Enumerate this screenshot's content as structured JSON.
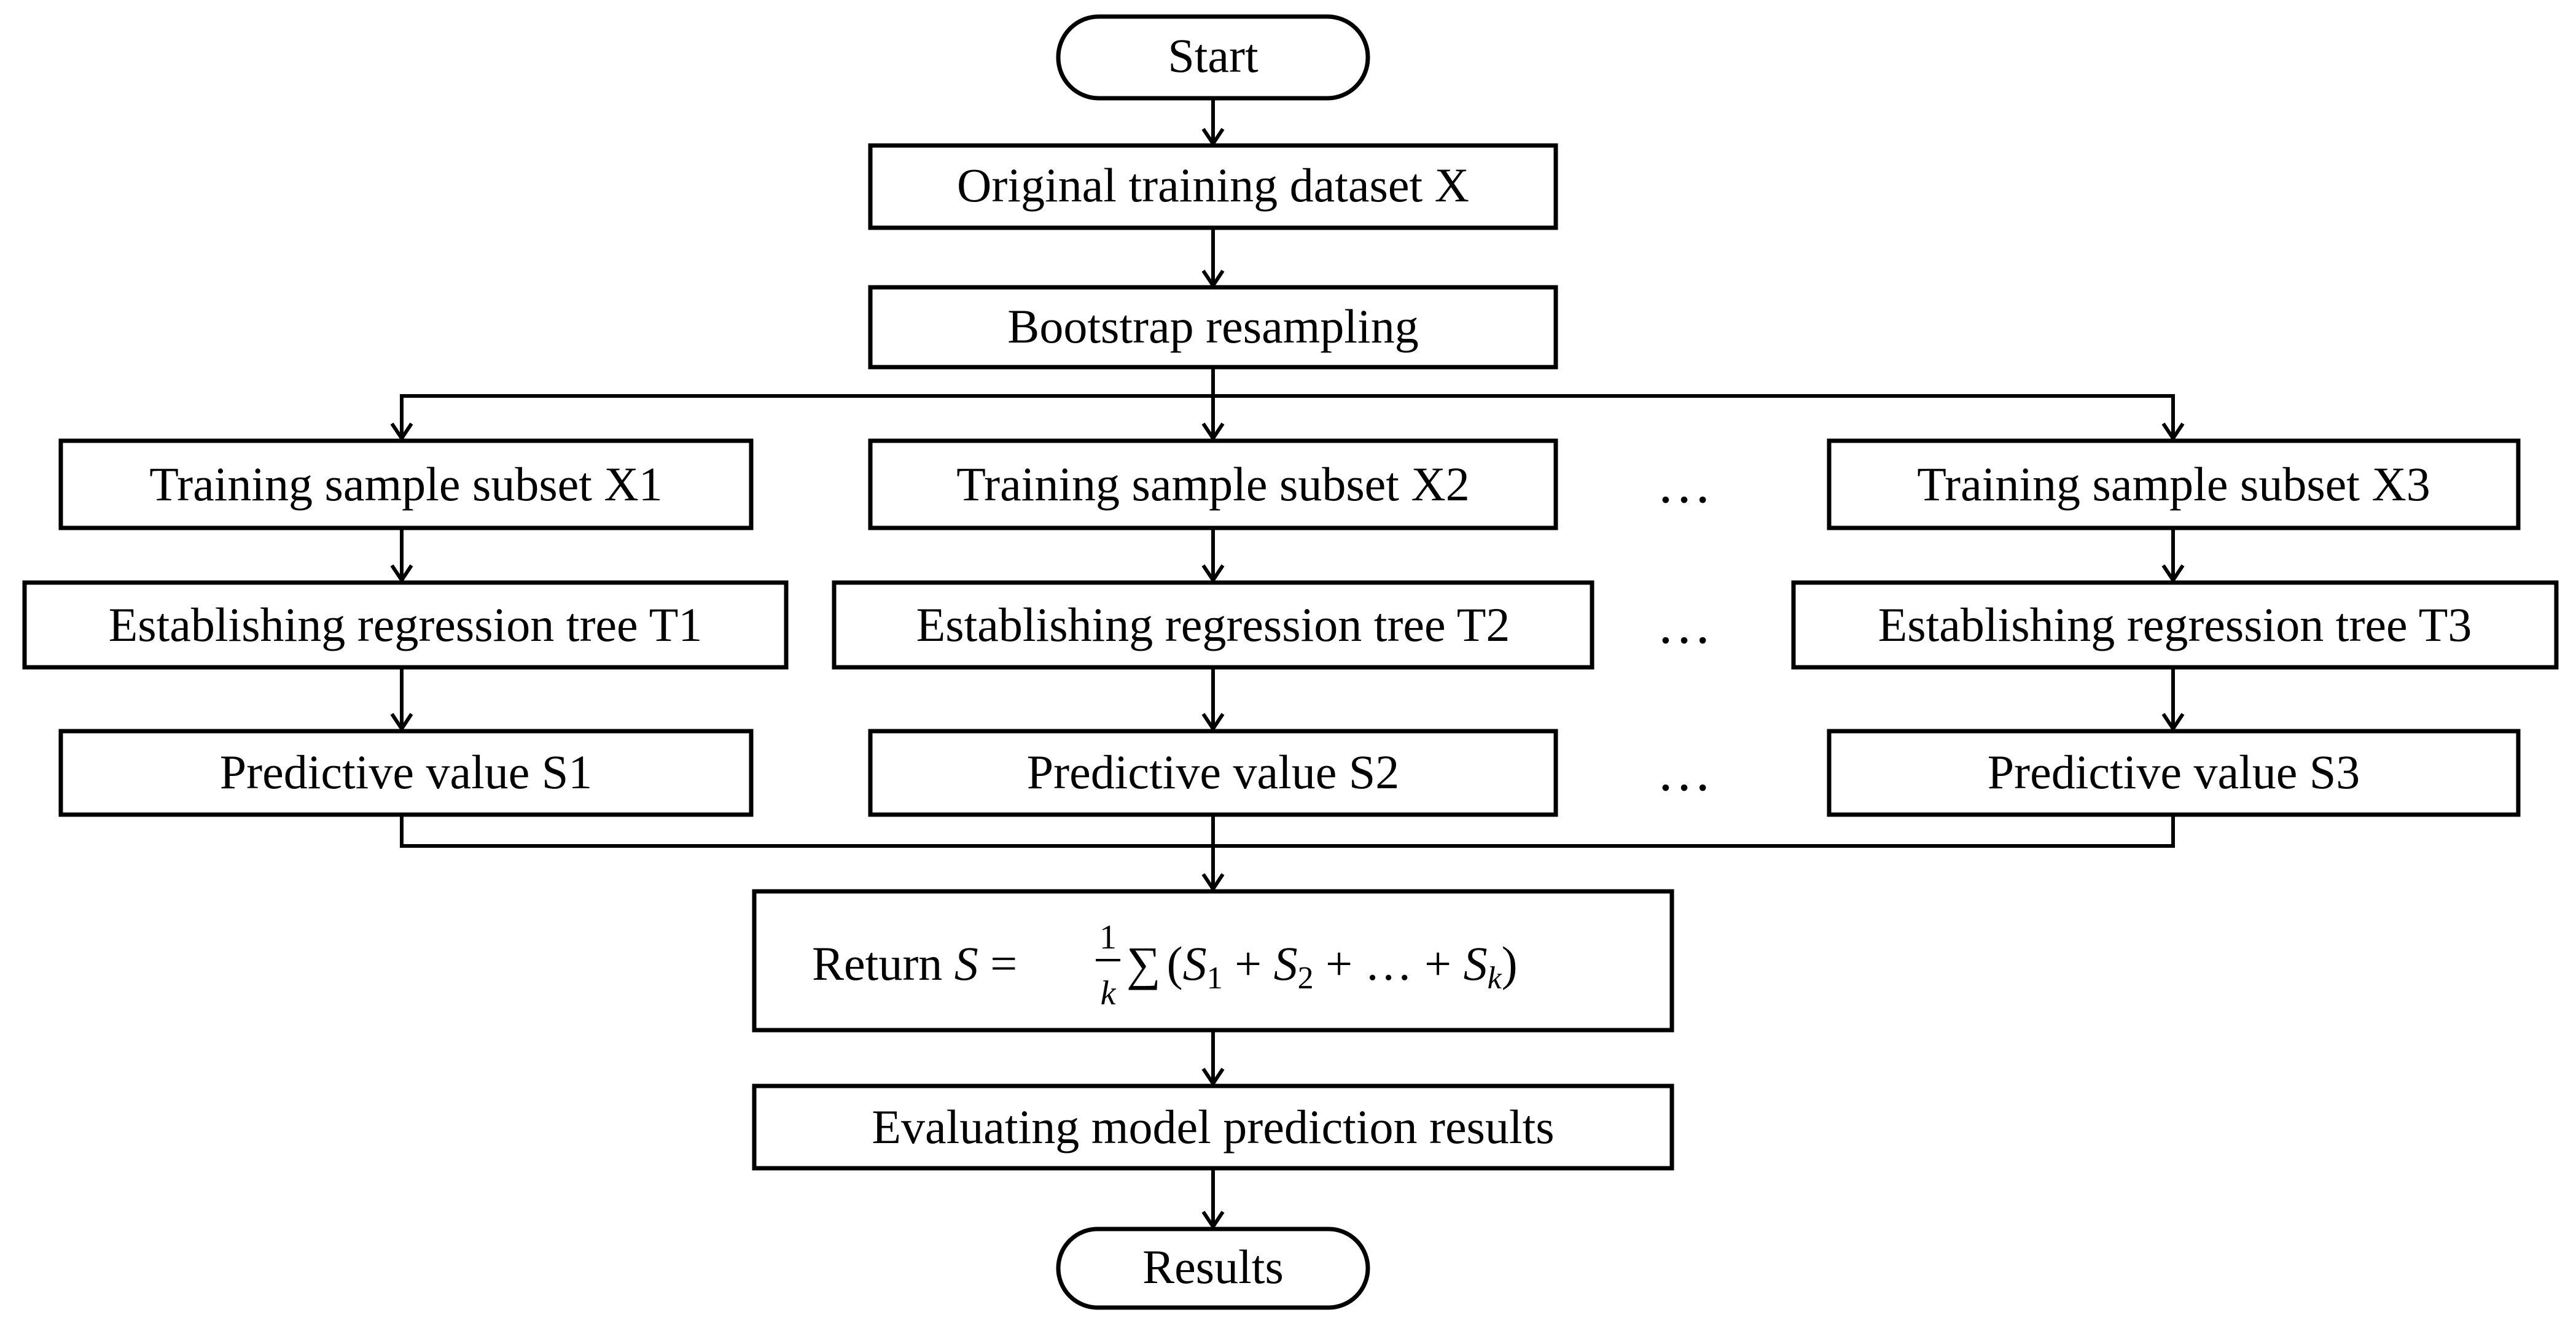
{
  "start": "Start",
  "end": "Results",
  "original": "Original training dataset X",
  "bootstrap": "Bootstrap resampling",
  "subsets": [
    "Training sample subset X1",
    "Training sample subset X2",
    "Training sample subset X3"
  ],
  "trees": [
    "Establishing regression tree T1",
    "Establishing regression tree T2",
    "Establishing regression tree T3"
  ],
  "predictions": [
    "Predictive value S1",
    "Predictive value S2",
    "Predictive value S3"
  ],
  "ellipsis": "…",
  "return_formula": {
    "prefix": "Return ",
    "S": "S",
    "eq": " = ",
    "frac_num": "1",
    "frac_den": "k",
    "sum": "∑",
    "lparen": "(",
    "S1": "S",
    "sub1": "1",
    "plus1": " + ",
    "S2": "S",
    "sub2": "2",
    "plus2": " + … + ",
    "Sk": "S",
    "subk": "k",
    "rparen": ")"
  },
  "evaluate": "Evaluating model prediction results"
}
